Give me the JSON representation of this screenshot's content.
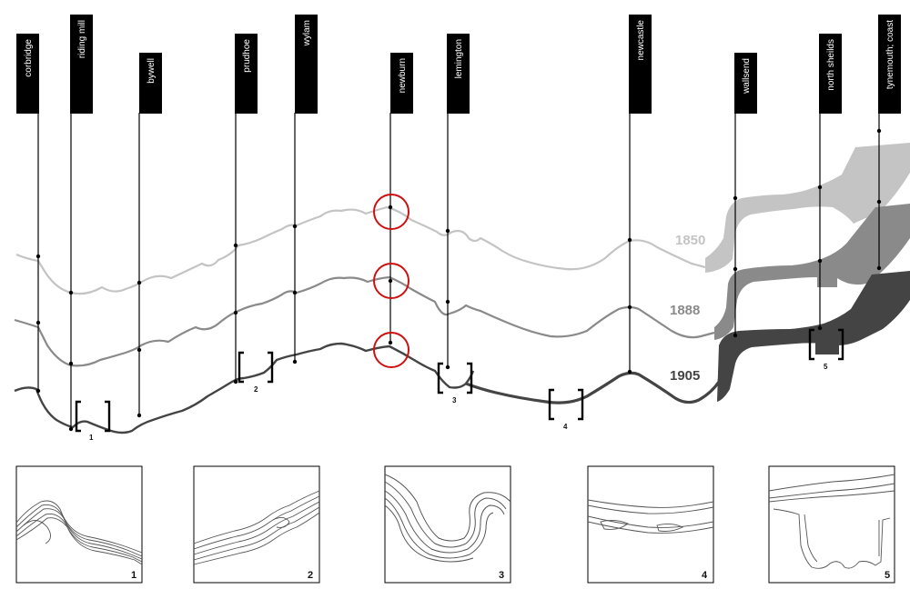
{
  "places": [
    {
      "id": "corbridge",
      "label": "corbridge"
    },
    {
      "id": "riding-mill",
      "label": "riding mill"
    },
    {
      "id": "bywell",
      "label": "bywell"
    },
    {
      "id": "prudhoe",
      "label": "prudhoe"
    },
    {
      "id": "wylam",
      "label": "wylam"
    },
    {
      "id": "newburn",
      "label": "newburn"
    },
    {
      "id": "lemington",
      "label": "lemington"
    },
    {
      "id": "newcastle",
      "label": "newcastle"
    },
    {
      "id": "wallsend",
      "label": "wallsend"
    },
    {
      "id": "north-sheilds",
      "label": "north sheilds"
    },
    {
      "id": "tynemouth-coast",
      "label": "tynemouth; coast"
    }
  ],
  "years": [
    {
      "label": "1850",
      "color": "#c4c4c4"
    },
    {
      "label": "1888",
      "color": "#8a8a8a"
    },
    {
      "label": "1905",
      "color": "#444444"
    }
  ],
  "brackets": [
    "1",
    "2",
    "3",
    "4",
    "5"
  ],
  "panels": [
    "1",
    "2",
    "3",
    "4",
    "5"
  ],
  "colors": {
    "highlight_circle": "#cc1111",
    "label_box": "#000000"
  }
}
